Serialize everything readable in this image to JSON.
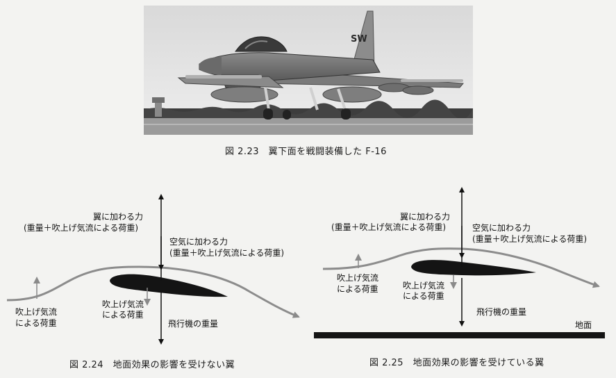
{
  "fig_2_23": {
    "caption": "図 2.23　翼下面を戦闘装備した F-16",
    "tail_letters": "SW"
  },
  "fig_2_24": {
    "caption": "図 2.24　地面効果の影響を受けない翼",
    "wing_force_line1": "翼に加わる力",
    "wing_force_line2": "(重量＋吹上げ気流による荷重)",
    "air_force_line1": "空気に加わる力",
    "air_force_line2": "(重量＋吹上げ気流による荷重)",
    "upwash_left_line1": "吹上げ気流",
    "upwash_left_line2": "による荷重",
    "upwash_under_line1": "吹上げ気流",
    "upwash_under_line2": "による荷重",
    "weight": "飛行機の重量"
  },
  "fig_2_25": {
    "caption": "図 2.25　地面効果の影響を受けている翼",
    "wing_force_line1": "翼に加わる力",
    "wing_force_line2": "(重量＋吹上げ気流による荷重)",
    "air_force_line1": "空気に加わる力",
    "air_force_line2": "(重量＋吹上げ気流による荷重)",
    "upwash_left_line1": "吹上げ気流",
    "upwash_left_line2": "による荷重",
    "upwash_under_line1": "吹上げ気流",
    "upwash_under_line2": "による荷重",
    "weight": "飛行機の重量",
    "ground": "地面"
  }
}
